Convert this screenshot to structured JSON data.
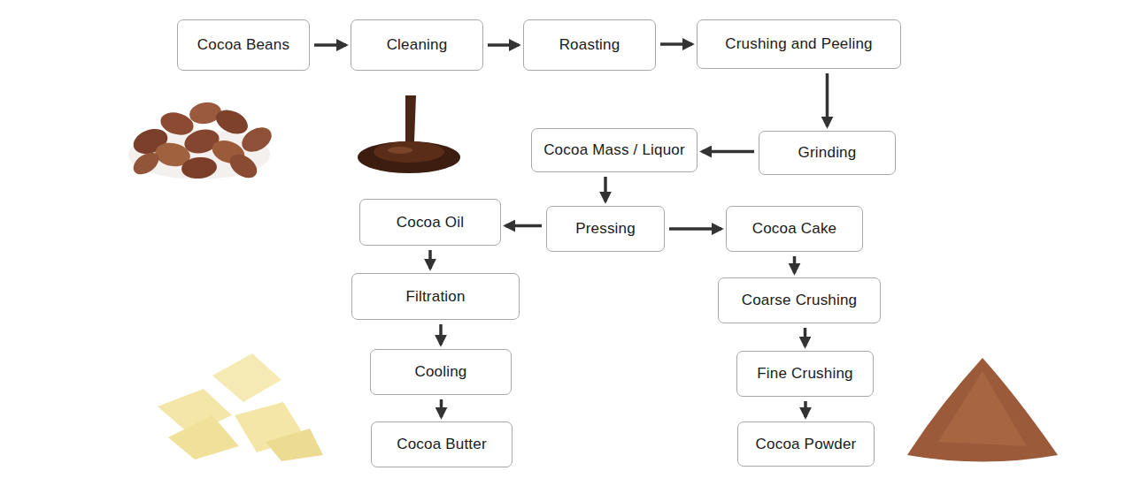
{
  "diagram": {
    "nodes": [
      {
        "text": [
          "Cocoa Beans"
        ]
      },
      {
        "text": [
          "Cleaning"
        ]
      },
      {
        "text": [
          "Roasting"
        ]
      },
      {
        "text": [
          "Crushing and Peeling"
        ]
      },
      {
        "text": [
          "Grinding"
        ]
      },
      {
        "text": [
          "Cocoa Mass / Liquor"
        ]
      },
      {
        "text": [
          "Cocoa Oil"
        ]
      },
      {
        "text": [
          "Pressing"
        ]
      },
      {
        "text": [
          "Cocoa Cake"
        ]
      },
      {
        "text": [
          "Filtration"
        ]
      },
      {
        "text": [
          "Coarse Crushing"
        ]
      },
      {
        "text": [
          "Cooling"
        ]
      },
      {
        "text": [
          "Fine Crushing"
        ]
      },
      {
        "text": [
          "Cocoa Butter"
        ]
      },
      {
        "text": [
          "Cocoa Powder"
        ]
      }
    ],
    "edges": [
      {
        "from": 0,
        "to": 1,
        "arrow": "to"
      },
      {
        "from": 1,
        "to": 2,
        "arrow": "to"
      },
      {
        "from": 2,
        "to": 3,
        "arrow": "to"
      },
      {
        "from": 3,
        "to": 4,
        "arrow": "to"
      },
      {
        "from": 4,
        "to": 5,
        "arrow": "to"
      },
      {
        "from": 5,
        "to": 7,
        "arrow": "to"
      },
      {
        "from": 7,
        "to": 6,
        "arrow": "to"
      },
      {
        "from": 7,
        "to": 8,
        "arrow": "to"
      },
      {
        "from": 6,
        "to": 9,
        "arrow": "to"
      },
      {
        "from": 9,
        "to": 11,
        "arrow": "to"
      },
      {
        "from": 11,
        "to": 13,
        "arrow": "to"
      },
      {
        "from": 8,
        "to": 10,
        "arrow": "to"
      },
      {
        "from": 10,
        "to": 12,
        "arrow": "to"
      },
      {
        "from": 12,
        "to": 14,
        "arrow": "to"
      }
    ]
  }
}
